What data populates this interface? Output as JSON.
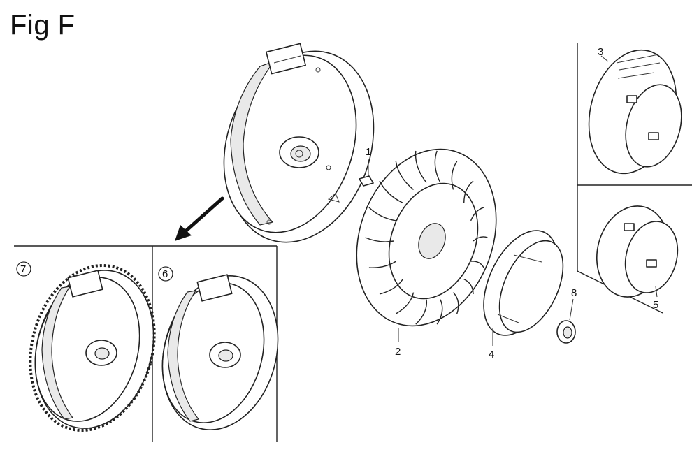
{
  "figure": {
    "title": "Fig F"
  },
  "callouts": {
    "c1": "1",
    "c2": "2",
    "c3": "3",
    "c4": "4",
    "c5": "5",
    "c6": "6",
    "c7": "7",
    "c8": "8"
  }
}
